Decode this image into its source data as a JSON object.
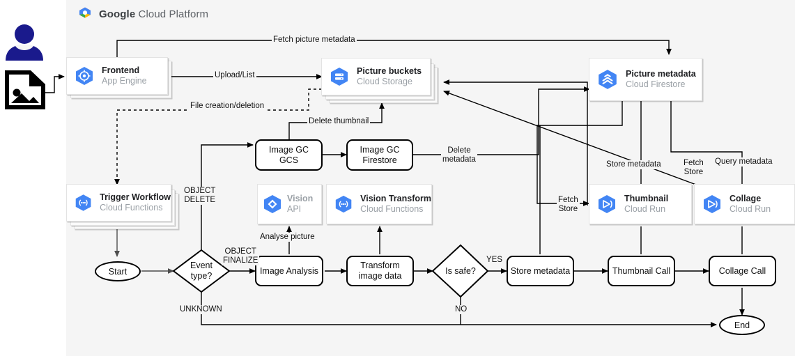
{
  "panel": {
    "brand_bold": "Google",
    "brand_rest": " Cloud Platform",
    "logo_icon": "google-cloud-logo-icon",
    "bg": "#f5f5f5"
  },
  "actors": {
    "user_icon": "user-person-icon",
    "user_color": "#1a1a8c",
    "image_icon": "image-file-icon",
    "image_color": "#000000"
  },
  "cards": [
    {
      "id": "frontend",
      "title": "Frontend",
      "subtitle": "App Engine",
      "icon": "app-engine-icon",
      "stacked": true,
      "faded": false
    },
    {
      "id": "picture-buckets",
      "title": "Picture buckets",
      "subtitle": "Cloud Storage",
      "icon": "cloud-storage-icon",
      "stacked": true,
      "faded": false
    },
    {
      "id": "picture-metadata",
      "title": "Picture metadata",
      "subtitle": "Cloud Firestore",
      "icon": "firestore-icon",
      "stacked": false,
      "faded": false
    },
    {
      "id": "trigger-workflow",
      "title": "Trigger Workflow",
      "subtitle": "Cloud Functions",
      "icon": "cloud-functions-icon",
      "stacked": true,
      "faded": false
    },
    {
      "id": "vision-api",
      "title": "Vision",
      "subtitle": "API",
      "icon": "vision-api-icon",
      "stacked": false,
      "faded": true
    },
    {
      "id": "vision-transform",
      "title": "Vision Transform",
      "subtitle": "Cloud Functions",
      "icon": "cloud-functions-icon",
      "stacked": false,
      "faded": false
    },
    {
      "id": "thumbnail",
      "title": "Thumbnail",
      "subtitle": "Cloud Run",
      "icon": "cloud-run-icon",
      "stacked": false,
      "faded": false
    },
    {
      "id": "collage",
      "title": "Collage",
      "subtitle": "Cloud Run",
      "icon": "cloud-run-icon",
      "stacked": false,
      "faded": false
    }
  ],
  "processes": [
    {
      "id": "image-gc-gcs",
      "label": "Image GC\nGCS"
    },
    {
      "id": "image-gc-firestore",
      "label": "Image GC\nFirestore"
    },
    {
      "id": "image-analysis",
      "label": "Image Analysis"
    },
    {
      "id": "transform-image",
      "label": "Transform\nimage data"
    },
    {
      "id": "store-metadata",
      "label": "Store metadata"
    },
    {
      "id": "thumbnail-call",
      "label": "Thumbnail Call"
    },
    {
      "id": "collage-call",
      "label": "Collage Call"
    }
  ],
  "process_labels": {
    "image_gc_gcs_l1": "Image GC",
    "image_gc_gcs_l2": "GCS",
    "image_gc_fs_l1": "Image GC",
    "image_gc_fs_l2": "Firestore",
    "image_analysis": "Image Analysis",
    "transform_l1": "Transform",
    "transform_l2": "image data",
    "store_metadata": "Store metadata",
    "thumbnail_call": "Thumbnail Call",
    "collage_call": "Collage Call"
  },
  "terminators": {
    "start": "Start",
    "end": "End"
  },
  "decisions": {
    "event_type_l1": "Event",
    "event_type_l2": "type?",
    "is_safe": "Is safe?"
  },
  "edge_labels": {
    "fetch_picture_metadata": "Fetch picture metadata",
    "upload_list": "Upload/List",
    "file_creation_deletion": "File creation/deletion",
    "delete_thumbnail": "Delete thumbnail",
    "delete_metadata_l1": "Delete",
    "delete_metadata_l2": "metadata",
    "object_delete_l1": "OBJECT",
    "object_delete_l2": "DELETE",
    "object_finalize_l1": "OBJECT",
    "object_finalize_l2": "FINALIZE",
    "unknown": "UNKNOWN",
    "analyse_picture": "Analyse picture",
    "yes": "YES",
    "no": "NO",
    "store_metadata": "Store metadata",
    "fetch_store_left_l1": "Fetch",
    "fetch_store_left_l2": "Store",
    "fetch_store_right_l1": "Fetch",
    "fetch_store_right_l2": "Store",
    "query_metadata": "Query metadata"
  },
  "colors": {
    "gcp_blue": "#4285f4",
    "gcp_blue_dark": "#3367d6",
    "line": "#000000",
    "flow_line": "#4d4d4d",
    "muted_text": "#9aa0a6"
  }
}
